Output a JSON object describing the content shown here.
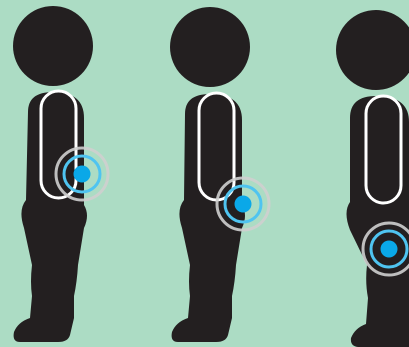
{
  "colors": {
    "background": "#acdcc4",
    "figure": "#231f20",
    "arm_outline": "#ffffff",
    "dot": "#0aa8e8",
    "ring_inner": "#4fc4f0",
    "ring_outer": "#cfcfcf"
  },
  "figures": [
    {
      "name": "figure-1",
      "icon": "person-silhouette-icon",
      "dot_location": "hand"
    },
    {
      "name": "figure-2",
      "icon": "person-silhouette-icon",
      "dot_location": "hip"
    },
    {
      "name": "figure-3",
      "icon": "person-silhouette-icon",
      "dot_location": "thigh"
    }
  ]
}
